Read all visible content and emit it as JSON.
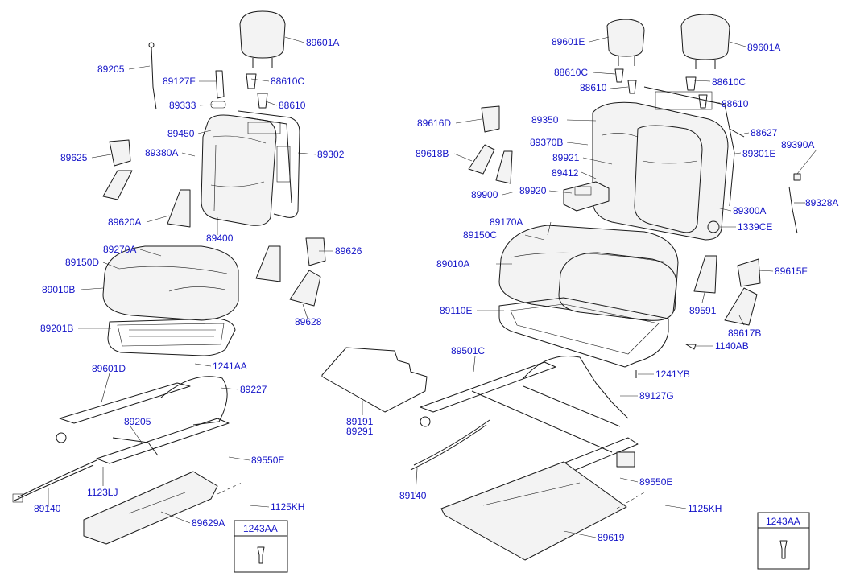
{
  "diagram": {
    "labels": [
      "89601A",
      "89205",
      "89127F",
      "88610C",
      "89333",
      "88610",
      "89450",
      "89380A",
      "89302",
      "89625",
      "89620A",
      "89400",
      "89270A",
      "89150D",
      "89626",
      "89010B",
      "89628",
      "89201B",
      "89601D",
      "1241AA",
      "89227",
      "89205",
      "89550E",
      "1123LJ",
      "89140",
      "1125KH",
      "89629A",
      "89601E",
      "89601A",
      "88610C",
      "88610C",
      "88610",
      "88610",
      "89616D",
      "89350",
      "88627",
      "89370B",
      "89390A",
      "89618B",
      "89921",
      "89301E",
      "89412",
      "89900",
      "89920",
      "89328A",
      "89300A",
      "89170A",
      "89150C",
      "1339CE",
      "89010A",
      "89615F",
      "89591",
      "89110E",
      "89617B",
      "1140AB",
      "89501C",
      "1241YB",
      "89191",
      "89291",
      "89127G",
      "89550E",
      "89140",
      "1125KH",
      "89619"
    ],
    "legend_boxes": [
      "1243AA",
      "1243AA"
    ]
  }
}
